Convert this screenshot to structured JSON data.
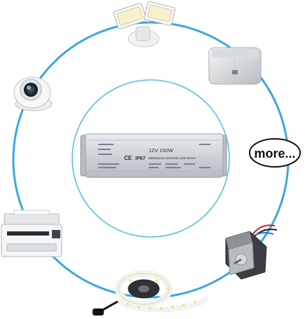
{
  "colors": {
    "ring": "#3aa9dc",
    "inner_ring": "#5bbde3",
    "driver_body": "#cfd3d8",
    "driver_edge": "#9aa0a8",
    "background": "#ffffff"
  },
  "driver": {
    "ce_mark": "CE",
    "ip_rating": "IP67",
    "spec": "12V 150W",
    "product_name": "Waterproof electronic LED Driver"
  },
  "more_badge": {
    "text": "more..."
  },
  "peripherals": [
    {
      "id": "floodlight",
      "icon": "flood-light-icon"
    },
    {
      "id": "smart-speaker",
      "icon": "speaker-icon"
    },
    {
      "id": "dome-camera",
      "icon": "security-camera-icon"
    },
    {
      "id": "printer",
      "icon": "printer-icon"
    },
    {
      "id": "stepper-motor",
      "icon": "stepper-motor-icon"
    },
    {
      "id": "led-strip",
      "icon": "led-strip-icon"
    }
  ]
}
